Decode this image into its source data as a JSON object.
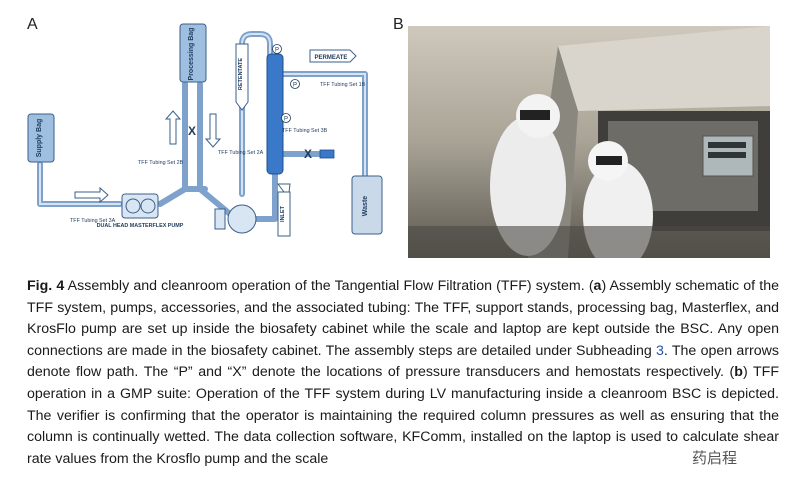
{
  "panels": {
    "a_label": "A",
    "b_label": "B"
  },
  "schematic": {
    "supply_bag": "Supply Bag",
    "processing_bag": "Processing Bag",
    "waste": "Waste",
    "permeate": "PERMEATE",
    "retentate": "RETENTATE",
    "inlet": "INLET",
    "tubing_1b": "TFF Tubing Set 1B",
    "tubing_3b": "TFF Tubing Set 3B",
    "tubing_2a": "TFF Tubing Set 2A",
    "tubing_2b": "TFF Tubing Set 2B",
    "tubing_3a": "TFF Tubing Set 3A",
    "pump": "DUAL HEAD MASTERFLEX PUMP",
    "p_marker": "P",
    "x_marker": "X"
  },
  "caption": {
    "fig_label": "Fig. 4",
    "t1": " Assembly and cleanroom operation of the Tangential Flow Filtration (TFF) system. (",
    "a": "a",
    "t2": ") Assembly schematic of the TFF system, pumps, accessories, and the associated tubing: The TFF, support stands, processing bag, Masterflex, and KrosFlo pump are set up inside the biosafety cabinet while the scale and laptop are kept outside the BSC. Any open connections are made in the biosafety cabinet. The assembly steps are detailed under Subheading ",
    "subheading": "3",
    "t3": ". The open arrows denote flow path. The “P” and “X” denote the locations of pressure transducers and hemostats respectively. (",
    "b": "b",
    "t4": ") TFF operation in a GMP suite: Operation of the TFF system during LV manufacturing inside a cleanroom BSC is depicted. The verifier is confirming that the operator is maintaining the required column pressures as well as ensuring that the column is continually wetted. The data collection software, KFComm, installed on the laptop is used to calculate shear rate values from the Krosflo pump and the scale"
  },
  "watermark": "药启程"
}
